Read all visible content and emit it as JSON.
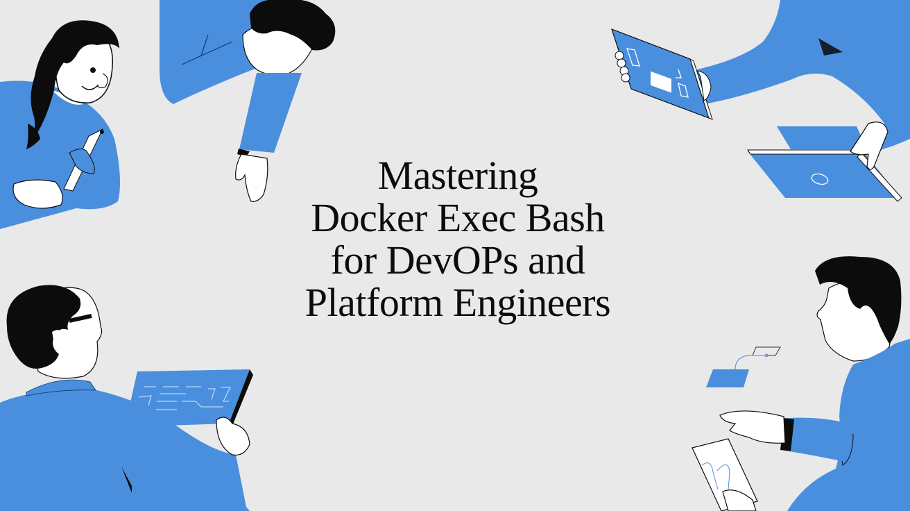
{
  "hero": {
    "title_lines": [
      "Mastering",
      "Docker Exec Bash",
      "for DevOPs and",
      "Platform Engineers"
    ]
  },
  "colors": {
    "background": "#e9e9e9",
    "accent_blue": "#4a8fde",
    "ink": "#0c0c0c",
    "skin": "#ffffff"
  },
  "illustrations": [
    {
      "name": "woman-with-tool",
      "position": "top-left"
    },
    {
      "name": "person-reaching-down",
      "position": "top-center-left"
    },
    {
      "name": "hands-with-tablet-and-laptop",
      "position": "top-right"
    },
    {
      "name": "man-with-glasses-holding-tablet",
      "position": "bottom-left"
    },
    {
      "name": "man-with-floating-cards-and-tablet",
      "position": "bottom-right"
    }
  ]
}
